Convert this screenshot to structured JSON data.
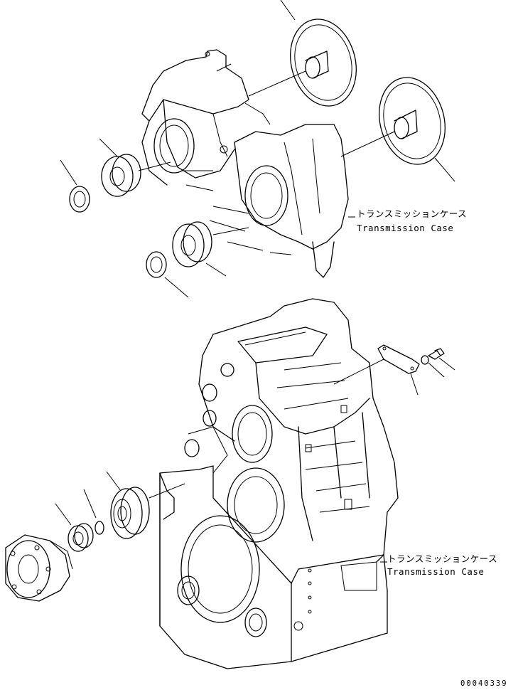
{
  "labels": {
    "upper_case_jp": "トランスミッションケース",
    "upper_case_en": "Transmission Case",
    "lower_case_jp": "トランスミッションケース",
    "lower_case_en": "Transmission Case"
  },
  "drawing_code": "00040339"
}
